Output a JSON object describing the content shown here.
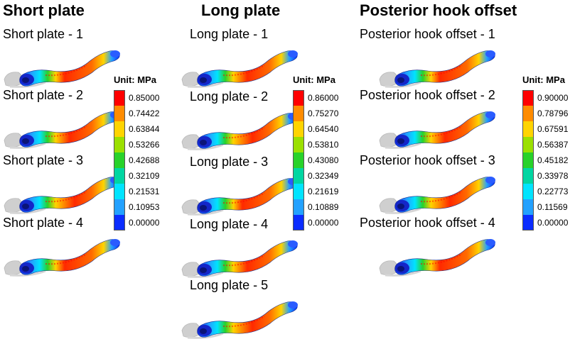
{
  "columns": [
    {
      "title": "Short plate",
      "panels": [
        "Short plate - 1",
        "Short plate - 2",
        "Short plate - 3",
        "Short plate - 4"
      ],
      "legend": {
        "unit": "Unit: MPa",
        "ticks": [
          "0.85000",
          "0.74422",
          "0.63844",
          "0.53266",
          "0.42688",
          "0.32109",
          "0.21531",
          "0.10953",
          "0.00000"
        ]
      }
    },
    {
      "title": "Long plate",
      "panels": [
        "Long plate - 1",
        "Long plate - 2",
        "Long plate - 3",
        "Long plate - 4",
        "Long plate - 5"
      ],
      "legend": {
        "unit": "Unit: MPa",
        "ticks": [
          "0.86000",
          "0.75270",
          "0.64540",
          "0.53810",
          "0.43080",
          "0.32349",
          "0.21619",
          "0.10889",
          "0.00000"
        ]
      }
    },
    {
      "title": "Posterior hook offset",
      "panels": [
        "Posterior hook offset - 1",
        "Posterior hook offset - 2",
        "Posterior hook offset - 3",
        "Posterior hook offset - 4"
      ],
      "legend": {
        "unit": "Unit: MPa",
        "ticks": [
          "0.90000",
          "0.78796",
          "0.67591",
          "0.56387",
          "0.45182",
          "0.33978",
          "0.22773",
          "0.11569",
          "0.00000"
        ]
      }
    }
  ],
  "colors": {
    "scale": [
      "#ff0000",
      "#ff8c00",
      "#ffd400",
      "#9be000",
      "#28d22a",
      "#00d6a2",
      "#00e4ff",
      "#23a1ff",
      "#0a2cff"
    ],
    "bone_shadow": "#d6d6d6",
    "bone_hook": "#cfcfcf"
  }
}
